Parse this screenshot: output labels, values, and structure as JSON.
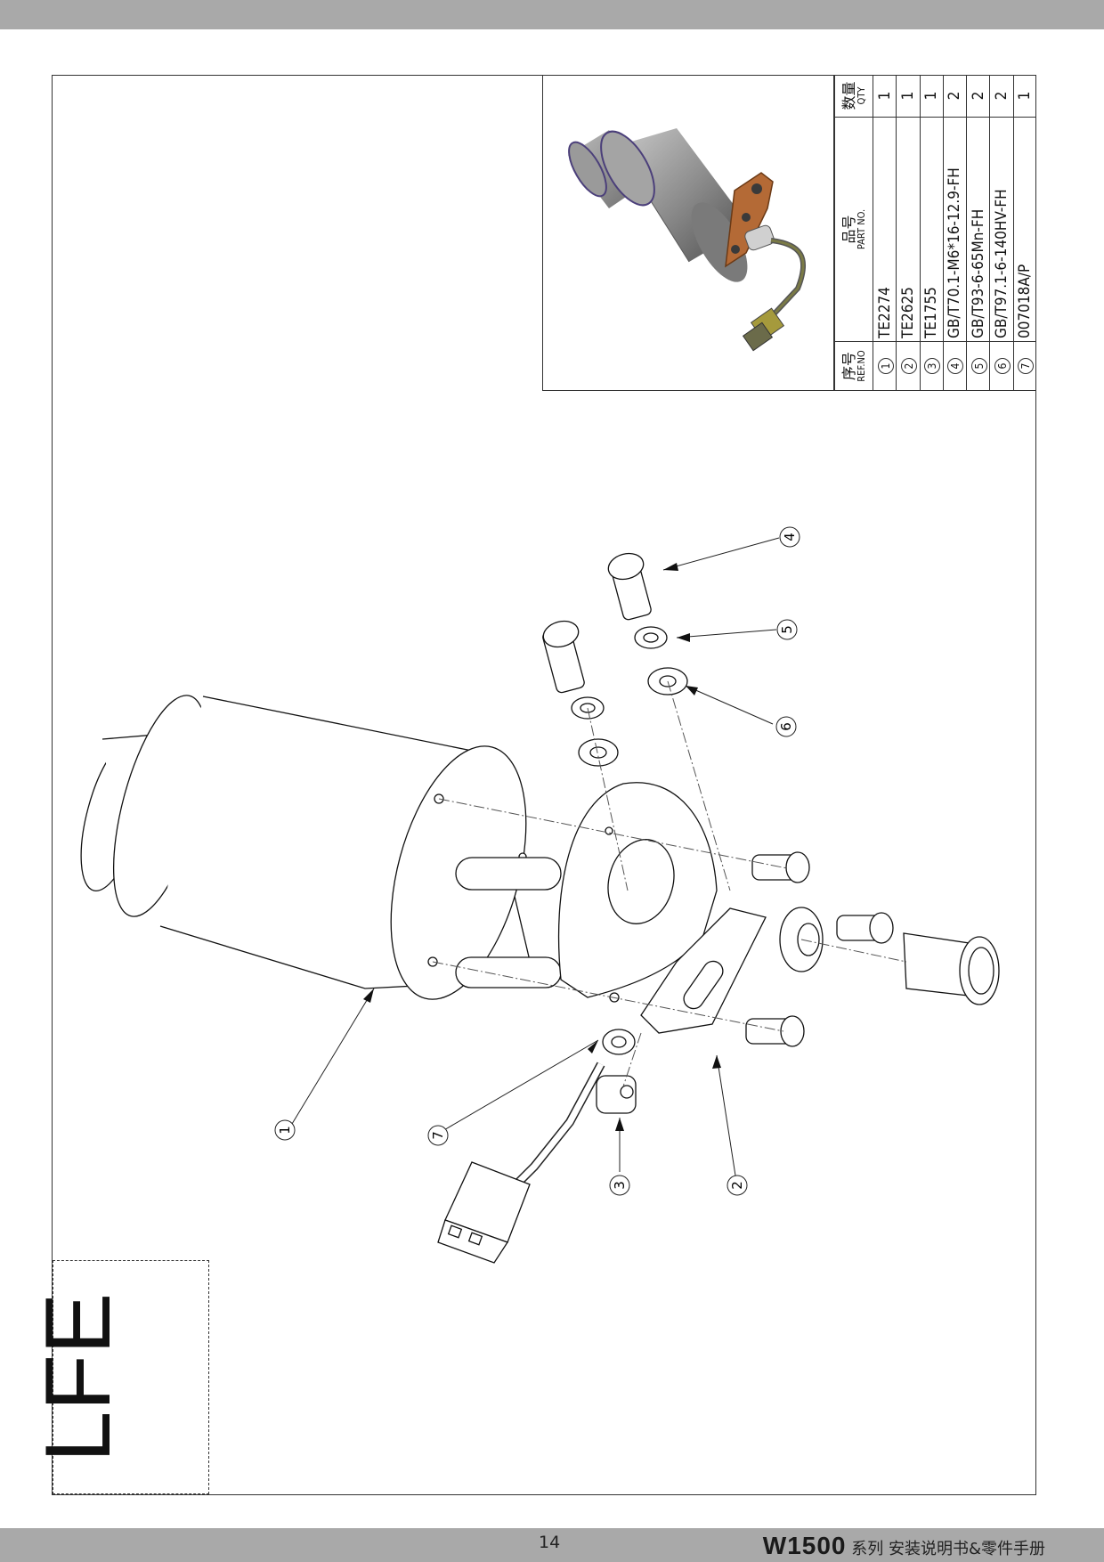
{
  "page": {
    "page_number": "14",
    "footer": {
      "model": "W1500",
      "suffix": "系列 安装说明书&零件手册"
    },
    "section_label": "LFE"
  },
  "bom": {
    "headers": {
      "ref_cn": "序号",
      "ref_en": "REF.NO",
      "part_cn": "品号",
      "part_en": "PART NO.",
      "qty_cn": "数量",
      "qty_en": "QTY"
    },
    "rows": [
      {
        "ref": "1",
        "part": "TE2274",
        "qty": "1"
      },
      {
        "ref": "2",
        "part": "TE2625",
        "qty": "1"
      },
      {
        "ref": "3",
        "part": "TE1755",
        "qty": "1"
      },
      {
        "ref": "4",
        "part": "GB/T70.1-M6*16-12.9-FH",
        "qty": "2"
      },
      {
        "ref": "5",
        "part": "GB/T93-6-65Mn-FH",
        "qty": "2"
      },
      {
        "ref": "6",
        "part": "GB/T97.1-6-140HV-FH",
        "qty": "2"
      },
      {
        "ref": "7",
        "part": "007018A/P",
        "qty": "1"
      }
    ]
  },
  "callouts": [
    "1",
    "2",
    "3",
    "4",
    "5",
    "6",
    "7"
  ],
  "colors": {
    "bar_gray": "#a9a9a9",
    "bracket_copper": "#b46a36",
    "motor_gray": "#8a8a8a"
  }
}
